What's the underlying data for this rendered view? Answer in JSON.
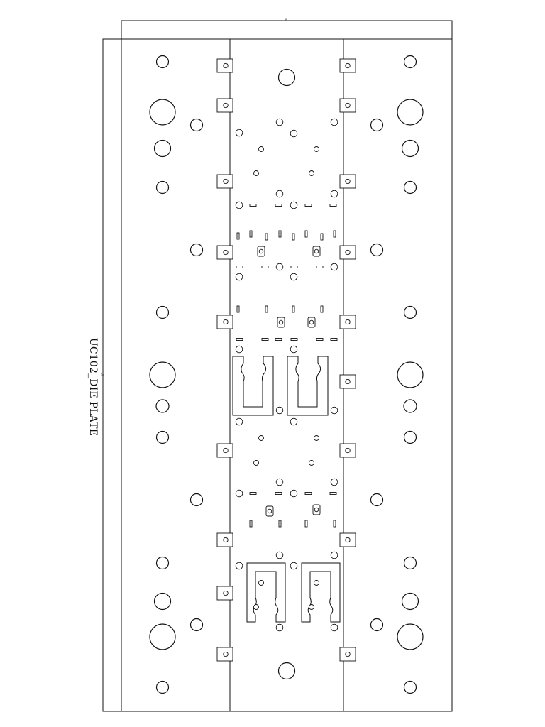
{
  "drawing": {
    "title": "UC102_DIE PLATE",
    "dimension_marks": {
      "top": "x",
      "left": "x"
    }
  }
}
